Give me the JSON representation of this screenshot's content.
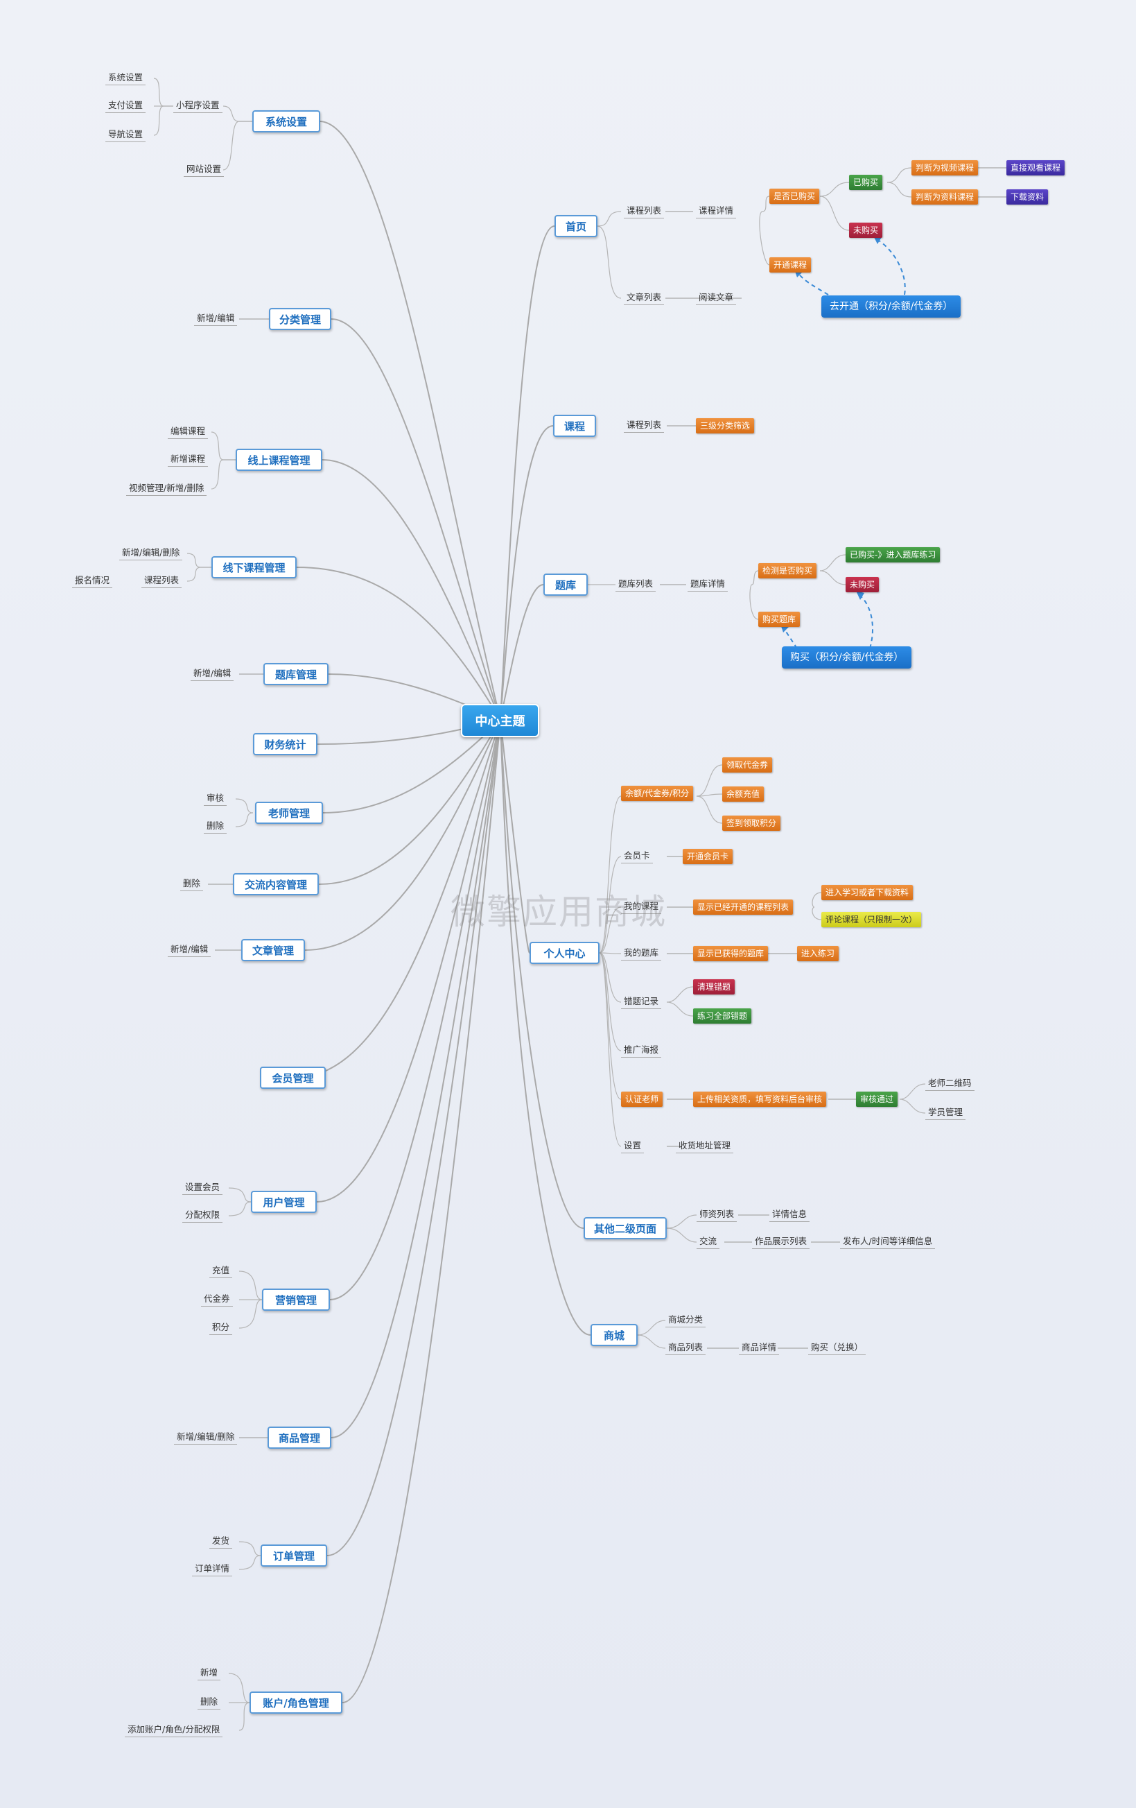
{
  "center": "中心主题",
  "watermark": "微擎应用商城",
  "left": {
    "system": {
      "title": "系统设置",
      "miniapp": "小程序设置",
      "sys": "系统设置",
      "pay": "支付设置",
      "nav": "导航设置",
      "site": "网站设置"
    },
    "category": {
      "title": "分类管理",
      "edit": "新增/编辑"
    },
    "online": {
      "title": "线上课程管理",
      "edit": "编辑课程",
      "add": "新增课程",
      "video": "视频管理/新增/删除"
    },
    "offline": {
      "title": "线下课程管理",
      "crud": "新增/编辑/删除",
      "list": "课程列表",
      "signup": "报名情况"
    },
    "bank": {
      "title": "题库管理",
      "edit": "新增/编辑"
    },
    "finance": {
      "title": "财务统计"
    },
    "teacher": {
      "title": "老师管理",
      "audit": "审核",
      "del": "删除"
    },
    "exchange": {
      "title": "交流内容管理",
      "del": "删除"
    },
    "article": {
      "title": "文章管理",
      "edit": "新增/编辑"
    },
    "member": {
      "title": "会员管理"
    },
    "user": {
      "title": "用户管理",
      "setmember": "设置会员",
      "perm": "分配权限"
    },
    "marketing": {
      "title": "营销管理",
      "recharge": "充值",
      "voucher": "代金券",
      "points": "积分"
    },
    "goods": {
      "title": "商品管理",
      "crud": "新增/编辑/删除"
    },
    "order": {
      "title": "订单管理",
      "ship": "发货",
      "detail": "订单详情"
    },
    "account": {
      "title": "账户/角色管理",
      "add": "新增",
      "del": "删除",
      "addacc": "添加账户/角色/分配权限"
    }
  },
  "right": {
    "home": {
      "title": "首页",
      "courselist": "课程列表",
      "coursedetail": "课程详情",
      "isbought": "是否已购买",
      "bought": "已购买",
      "notbought": "未购买",
      "isvideo": "判断为视频课程",
      "isdoc": "判断为资料课程",
      "watch": "直接观看课程",
      "download": "下载资料",
      "open": "开通课程",
      "goopen": "去开通（积分/余额/代金券）",
      "articlelist": "文章列表",
      "read": "阅读文章"
    },
    "course": {
      "title": "课程",
      "list": "课程列表",
      "filter": "三级分类筛选"
    },
    "bank": {
      "title": "题库",
      "list": "题库列表",
      "detail": "题库详情",
      "check": "检测是否购买",
      "bought": "已购买-》进入题库练习",
      "notbought": "未购买",
      "buybank": "购买题库",
      "buy": "购买（积分/余额/代金券）"
    },
    "personal": {
      "title": "个人中心",
      "balance": "余额/代金券/积分",
      "getvoucher": "领取代金券",
      "recharge": "余额充值",
      "signin": "签到领取积分",
      "card": "会员卡",
      "opencard": "开通会员卡",
      "mycourse": "我的课程",
      "showcourse": "显示已经开通的课程列表",
      "enter": "进入学习或者下载资料",
      "comment": "评论课程（只限制一次）",
      "mybank": "我的题库",
      "showbank": "显示已获得的题库",
      "practice": "进入练习",
      "wrong": "错题记录",
      "clearwrong": "清理错题",
      "practiceall": "练习全部错题",
      "poster": "推广海报",
      "certify": "认证老师",
      "upload": "上传相关资质，填写资料后台审核",
      "passed": "审核通过",
      "qrcode": "老师二维码",
      "students": "学员管理",
      "settings": "设置",
      "address": "收货地址管理"
    },
    "other": {
      "title": "其他二级页面",
      "teacherlist": "师资列表",
      "detailinfo": "详情信息",
      "exchange": "交流",
      "works": "作品展示列表",
      "publisher": "发布人/时间等详细信息"
    },
    "mall": {
      "title": "商城",
      "category": "商城分类",
      "goodslist": "商品列表",
      "goodsdetail": "商品详情",
      "buy": "购买（兑换）"
    }
  }
}
